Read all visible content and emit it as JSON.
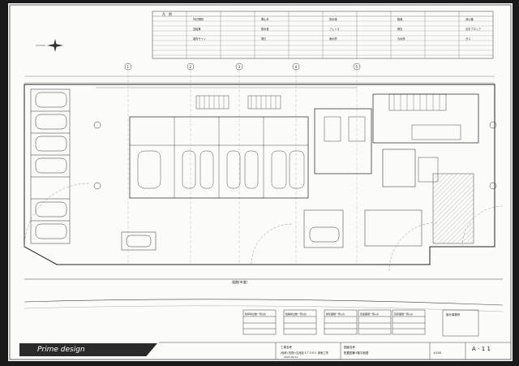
{
  "brand": "Prime design",
  "sheet_number": "A - 1 1",
  "north_symbol": "north-arrow-star",
  "titleblock": {
    "label_left": "工事名称",
    "label_right": "図面名称",
    "project": "(仮称) 長田川沿地区ＳＴＯＲＥ 新築工事",
    "drawing_title": "配置図兼1階平面図",
    "scale": "1/200",
    "date": "2023.09.21"
  },
  "legend_header": "凡　例",
  "legend_items": [
    "外灯照明",
    "車止め",
    "排水溝",
    "植栽",
    "消火器",
    "自転車",
    "散水栓",
    "フェンス",
    "縁石",
    "点字ブロック",
    "案内サイン",
    "電灯",
    "雨水桝",
    "汚水桝",
    "ガス"
  ],
  "tables": [
    {
      "title": "駐車場台数一覧(台)"
    },
    {
      "title": "駐輪場台数一覧(台)"
    },
    {
      "title": "緑化面積一覧(㎡)"
    },
    {
      "title": "建築面積一覧(㎡)"
    },
    {
      "title": "延床面積一覧(㎡)"
    }
  ],
  "stamp_label": "設計事務所",
  "grid_labels": [
    "1",
    "2",
    "3",
    "4",
    "5"
  ],
  "road_label": "道路(市道)",
  "colors": {
    "line": "#333333",
    "paper": "#fbfbfa",
    "dark": "#2a2a2a"
  }
}
